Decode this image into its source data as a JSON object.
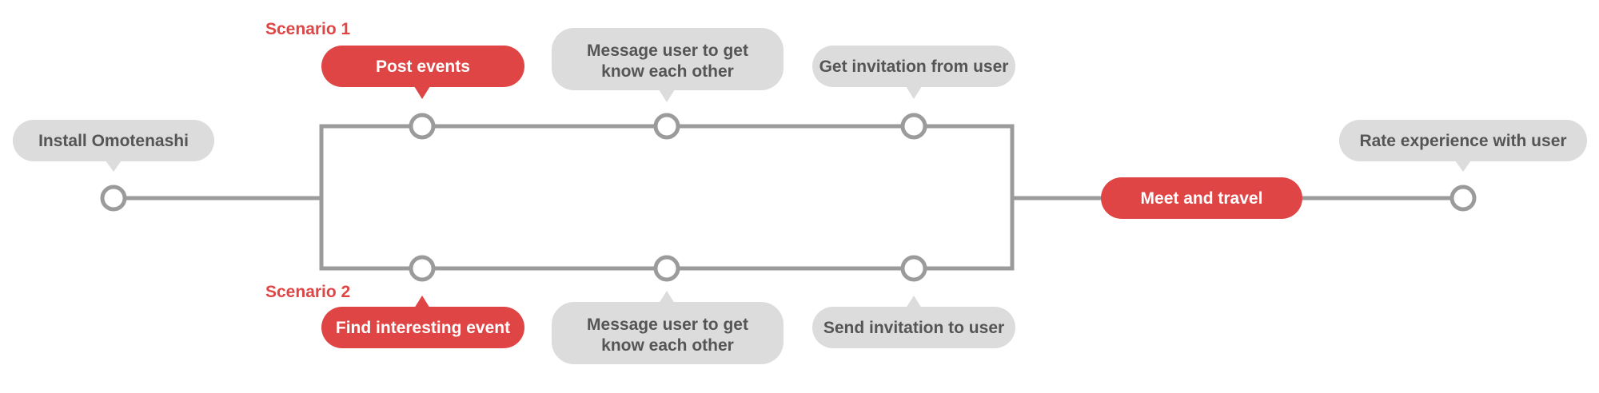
{
  "colors": {
    "line": "#9b9b9b",
    "node_fill": "#ffffff",
    "bubble_gray": "#dcdcdc",
    "bubble_red": "#e04545",
    "text_dark": "#555555",
    "text_light": "#ffffff",
    "scenario_label": "#e04545"
  },
  "scenarios": {
    "top": "Scenario 1",
    "bottom": "Scenario 2"
  },
  "steps": {
    "install": "Install Omotenashi",
    "post_events": "Post events",
    "message_top_line1": "Message user to get",
    "message_top_line2": "know each other",
    "get_invitation": "Get invitation from user",
    "find_event": "Find interesting event",
    "message_bottom_line1": "Message user to get",
    "message_bottom_line2": "know each other",
    "send_invitation": "Send invitation to user",
    "meet_travel": "Meet and travel",
    "rate_experience": "Rate experience with user"
  }
}
